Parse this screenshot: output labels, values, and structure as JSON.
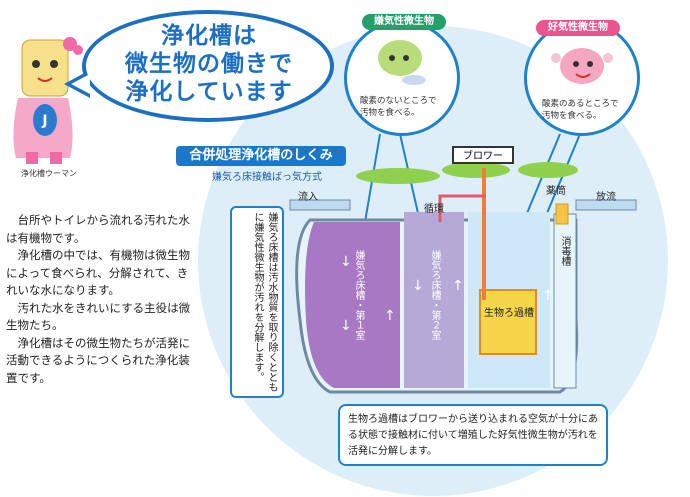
{
  "speech": {
    "line1": "浄化槽は",
    "line2": "微生物の働きで",
    "line3": "浄化しています"
  },
  "mascot": {
    "name": "浄化槽ウーマン"
  },
  "description": [
    "台所やトイレから流れる汚れた水は有機物です。",
    "浄化槽の中では、有機物は微生物によって食べられ、分解されて、きれいな水になります。",
    "汚れた水をきれいにする主役は微生物たち。",
    "浄化槽はその微生物たちが活発に活動できるようにつくられた浄化装置です。"
  ],
  "diagram": {
    "title": "合併処理浄化槽のしくみ",
    "subtitle": "嫌気ろ床接触ばっ気方式",
    "anaerobic": {
      "label": "嫌気性微生物",
      "text1": "酸素のないところで",
      "text2": "汚物を食べる。"
    },
    "aerobic": {
      "label": "好気性微生物",
      "text1": "酸素のあるところで",
      "text2": "汚物を食べる。"
    },
    "blower": "ブロワー",
    "inflow": "流入",
    "outflow": "放流",
    "chemical": "薬筒",
    "circulation": "循環",
    "disinfect": "消毒槽",
    "chamber1": "嫌気ろ床槽・第１室",
    "chamber2": "嫌気ろ床槽・第２室",
    "filter": "生物ろ過槽",
    "vertical_note": "嫌気ろ床槽は汚水物質を取り除くとともに嫌気性微生物が汚れを分解します。",
    "bottom_note": "生物ろ過槽はブロワーから送り込まれる空気が十分にある状態で接触材に付いて増殖した好気性微生物が汚れを活発に分解します。"
  },
  "colors": {
    "blue": "#1d6fc2",
    "chamber1": "#a779c4",
    "chamber2": "#b6a9d8",
    "filter": "#cfe8f7",
    "pink": "#e9558c",
    "green": "#26a06b"
  }
}
